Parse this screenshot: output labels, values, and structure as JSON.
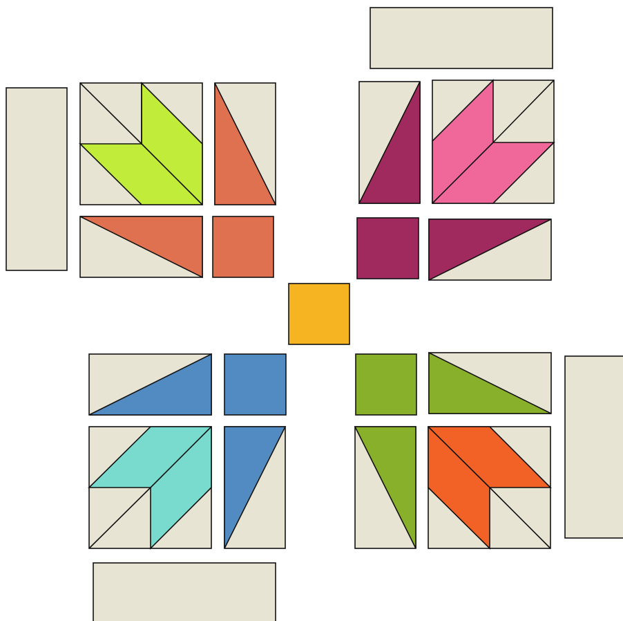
{
  "fabrics": {
    "background": "#e8e4d3",
    "outline": "#111111",
    "center_square": "#f6b423",
    "top_left_block": {
      "bird_body": "#c2ec3a",
      "wing_and_square": "#e07150"
    },
    "top_right_block": {
      "bird_body": "#ef6899",
      "wing_and_square": "#a02a5e"
    },
    "bottom_left_block": {
      "bird_body": "#79dbce",
      "wing_and_square": "#528bc2"
    },
    "bottom_right_block": {
      "bird_body": "#f26125",
      "wing_and_square": "#88b02a"
    }
  },
  "pieces": {
    "sashing_strips": 4,
    "bird_blocks": 4,
    "center_square": 1
  }
}
